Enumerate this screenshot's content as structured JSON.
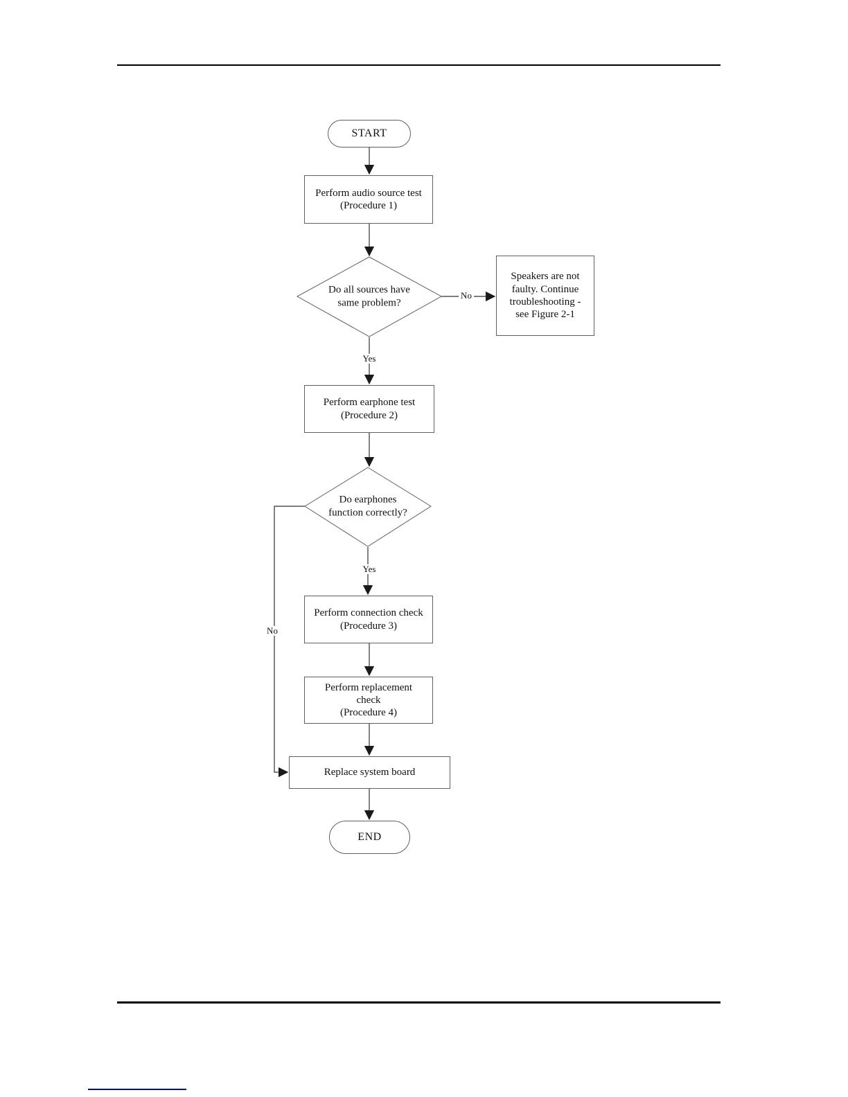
{
  "colors": {
    "flow_line": "#303030",
    "node_border": "#5f5f5f",
    "text": "#111111",
    "page_rule": "#000000",
    "link_underline": "#000080"
  },
  "flowchart": {
    "start": {
      "label": "START"
    },
    "end": {
      "label": "END"
    },
    "steps": {
      "audio_source_test": "Perform audio source test\n(Procedure 1)",
      "sources_same_problem": "Do all sources have\nsame problem?",
      "speakers_not_faulty": "Speakers are not\nfaulty. Continue\ntroubleshooting -\nsee Figure 2-1",
      "earphone_test": "Perform earphone test\n(Procedure 2)",
      "earphones_function": "Do earphones\nfunction correctly?",
      "connection_check": "Perform connection check\n(Procedure 3)",
      "replacement_check": "Perform replacement\ncheck\n(Procedure 4)",
      "replace_system_board": "Replace system board"
    },
    "edge_labels": {
      "sources_no": "No",
      "sources_yes": "Yes",
      "earphones_yes": "Yes",
      "earphones_no": "No"
    }
  }
}
